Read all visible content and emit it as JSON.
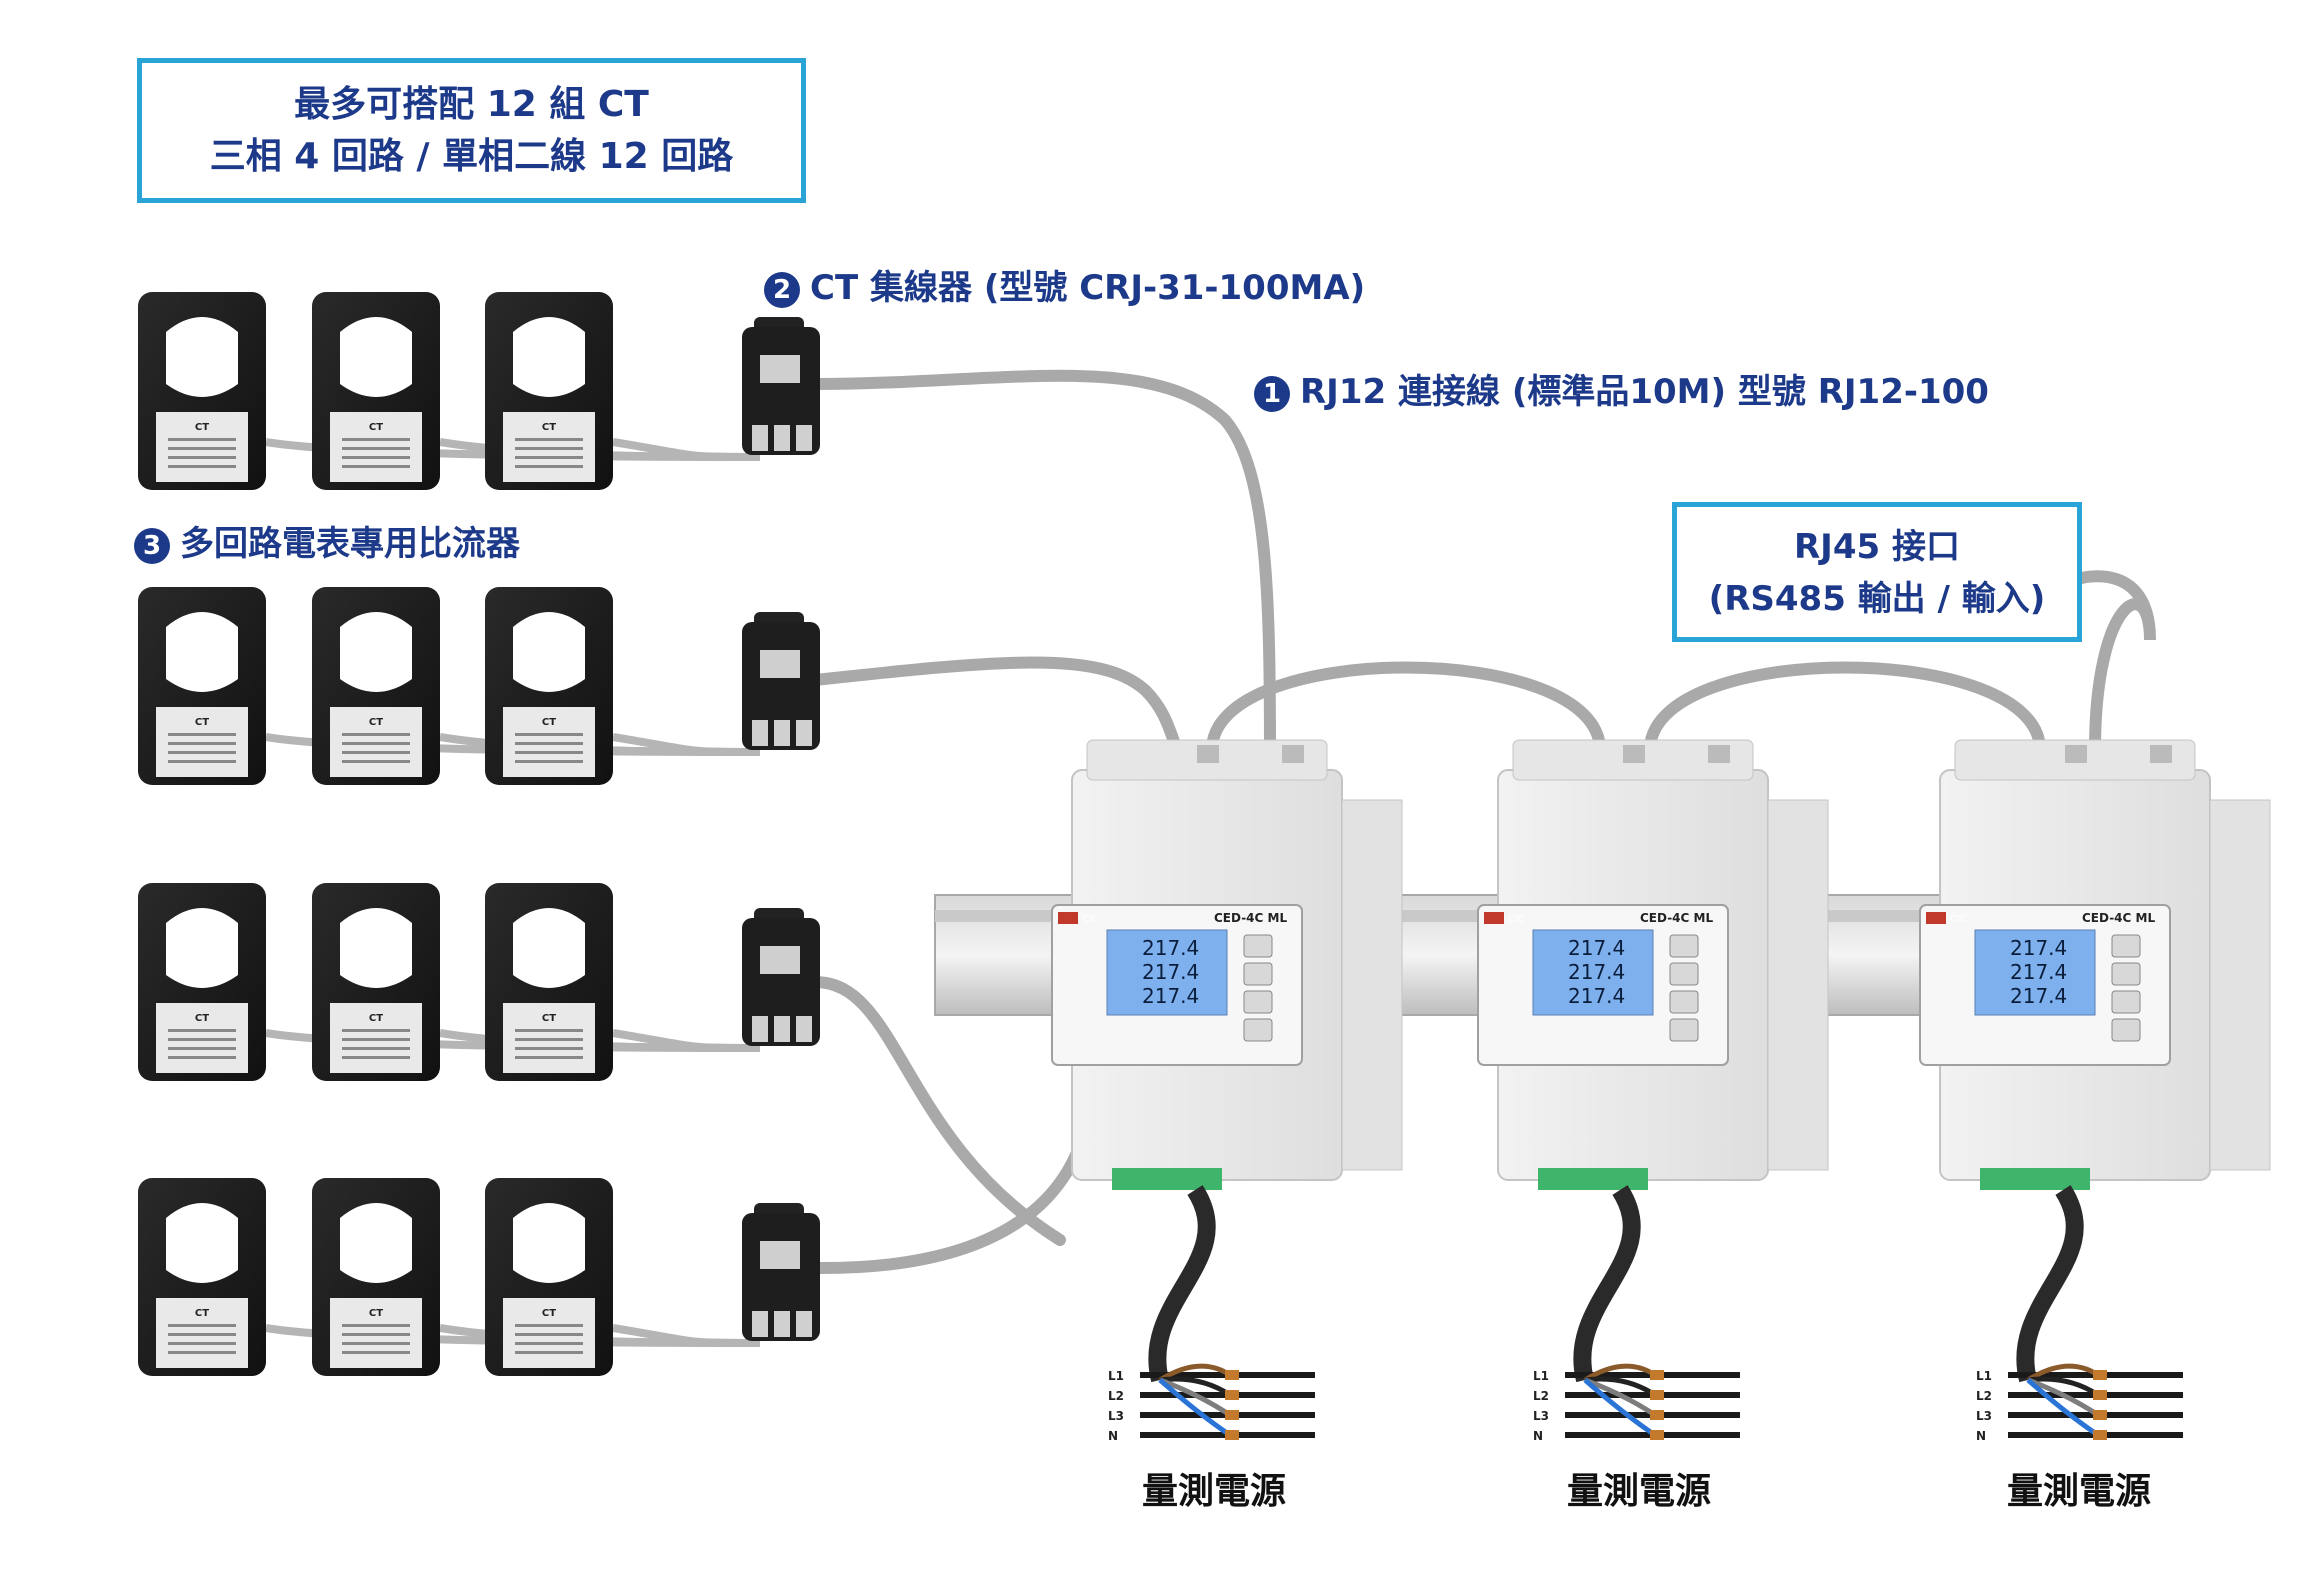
{
  "top_box": {
    "line1": "最多可搭配 12 組 CT",
    "line2": "三相 4 回路 / 單相二線 12 回路"
  },
  "label_hub": {
    "num": "2",
    "text": "CT 集線器 (型號 CRJ-31-100MA)"
  },
  "label_cable": {
    "num": "1",
    "text": "RJ12 連接線 (標準品10M) 型號 RJ12-100"
  },
  "label_ct": {
    "num": "3",
    "text": "多回路電表專用比流器"
  },
  "rj45_box": {
    "line1": "RJ45 接口",
    "line2": "(RS485 輸出 / 輸入)"
  },
  "meter": {
    "model": "CED-4C ML",
    "reading": "217.4",
    "brand": "CIC"
  },
  "ct_brand": "CT",
  "phases": [
    "L1",
    "L2",
    "L3",
    "N"
  ],
  "power_label": "量測電源",
  "colors": {
    "accent_box": "#2aa3d6",
    "text_blue": "#1d3a8a",
    "cable": "#a9a9a9",
    "lcd": "#7fb0ee"
  }
}
